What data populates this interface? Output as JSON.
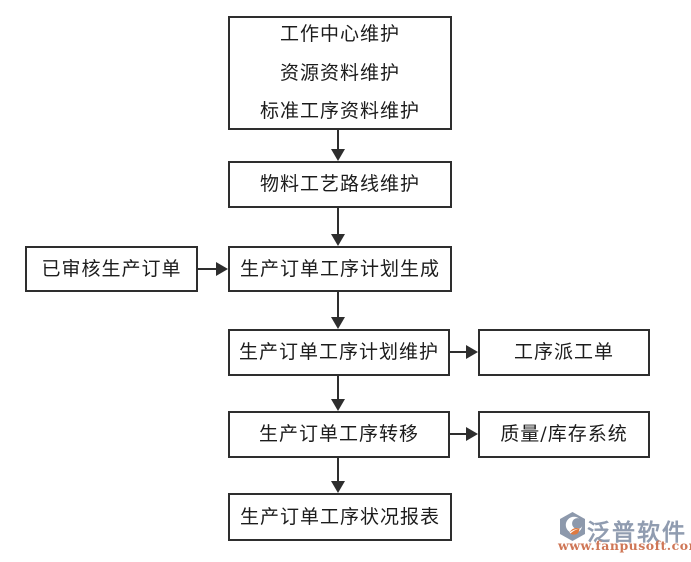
{
  "flowchart": {
    "nodes": {
      "master_data": {
        "line1": "工作中心维护",
        "line2": "资源资料维护",
        "line3": "标准工序资料维护"
      },
      "routing": {
        "label": "物料工艺路线维护"
      },
      "approved_order": {
        "label": "已审核生产订单"
      },
      "plan_generate": {
        "label": "生产订单工序计划生成"
      },
      "plan_maintain": {
        "label": "生产订单工序计划维护"
      },
      "dispatch": {
        "label": "工序派工单"
      },
      "transfer": {
        "label": "生产订单工序转移"
      },
      "quality_inventory": {
        "label": "质量/库存系统"
      },
      "status_report": {
        "label": "生产订单工序状况报表"
      }
    },
    "colors": {
      "border": "#2e2e2e",
      "text": "#1c1c1c",
      "background": "#ffffff"
    }
  },
  "watermark": {
    "brand": "泛普软件",
    "url": "www.fanpusoft.com",
    "colors": {
      "slate": "#909cb0",
      "orange": "#e0793f",
      "url_text": "#cf7656"
    }
  }
}
